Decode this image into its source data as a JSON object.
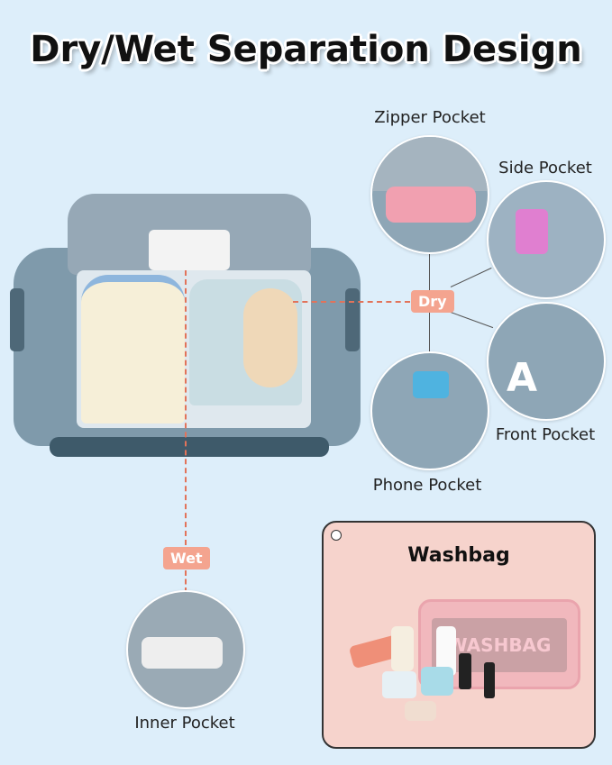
{
  "title": "Dry/Wet Separation Design",
  "labels": {
    "zipper": "Zipper Pocket",
    "side": "Side Pocket",
    "front": "Front Pocket",
    "phone": "Phone Pocket",
    "inner": "Inner Pocket"
  },
  "badges": {
    "dry": "Dry",
    "wet": "Wet"
  },
  "washbag": {
    "title": "Washbag",
    "bag_text": "WASHBAG"
  },
  "colors": {
    "background": "#ddeefa",
    "badge": "#f4a48f",
    "bag": "#7f9aab",
    "card": "#f6d3cc"
  }
}
